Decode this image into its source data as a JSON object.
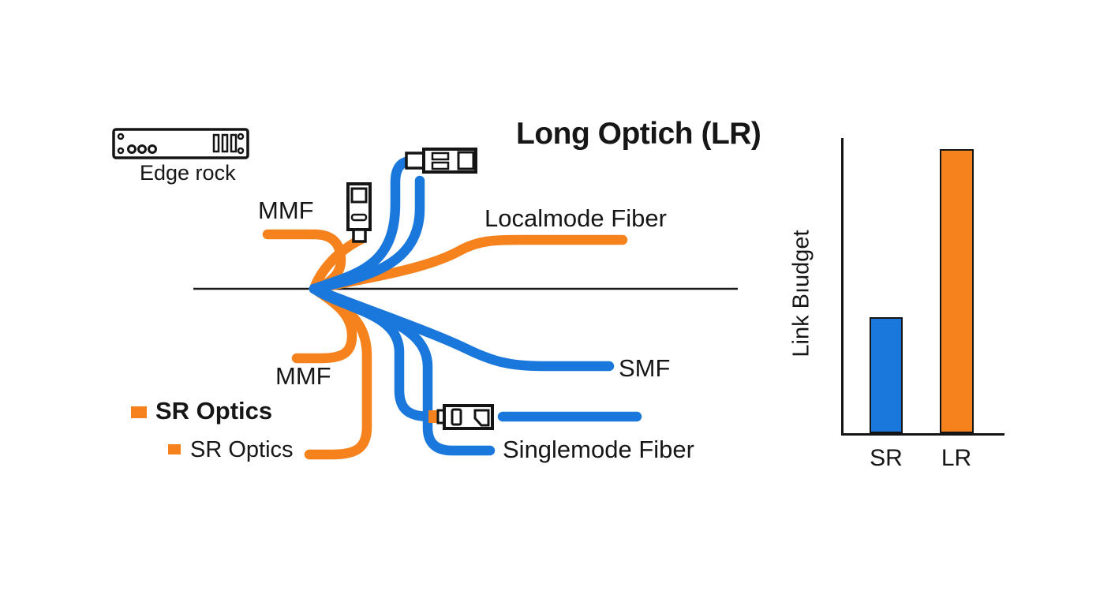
{
  "colors": {
    "orange": "#f5821c",
    "blue": "#1a78dc",
    "ink": "#161616"
  },
  "figure": {
    "title": "Long Optich (LR)",
    "device": {
      "label": "Edge rock",
      "icon": "rack-switch-icon"
    },
    "cable_labels": {
      "mmf_top": "MMF",
      "localmode_fiber": "Localmode Fiber",
      "mmf_bottom": "MMF",
      "smf": "SMF",
      "singlemode_fiber": "Singlemode Fiber"
    },
    "legend": [
      {
        "label": "SR Optics",
        "bold": true,
        "bullet_color": "#f5821c",
        "bullet_icon": "orange-square-bullet"
      },
      {
        "label": "SR Optics",
        "bold": false,
        "bullet_color": "#f5821c",
        "bullet_icon": "orange-square-bullet"
      }
    ],
    "icons": {
      "top_module": "transceiver-module-icon",
      "vertical_module": "vertical-transceiver-icon",
      "bottom_module": "sfp-connector-icon"
    }
  },
  "chart_data": {
    "type": "bar",
    "categories": [
      "SR",
      "LR"
    ],
    "values": [
      41,
      100
    ],
    "ylim": [
      0,
      104
    ],
    "colors": [
      "#1a78dc",
      "#f5821c"
    ],
    "ylabel": "Link Bıudget",
    "xlabel": "",
    "title": "",
    "grid": false,
    "legend_position": "none",
    "axes": "left and bottom lines only, no tick marks or numeric labels"
  }
}
